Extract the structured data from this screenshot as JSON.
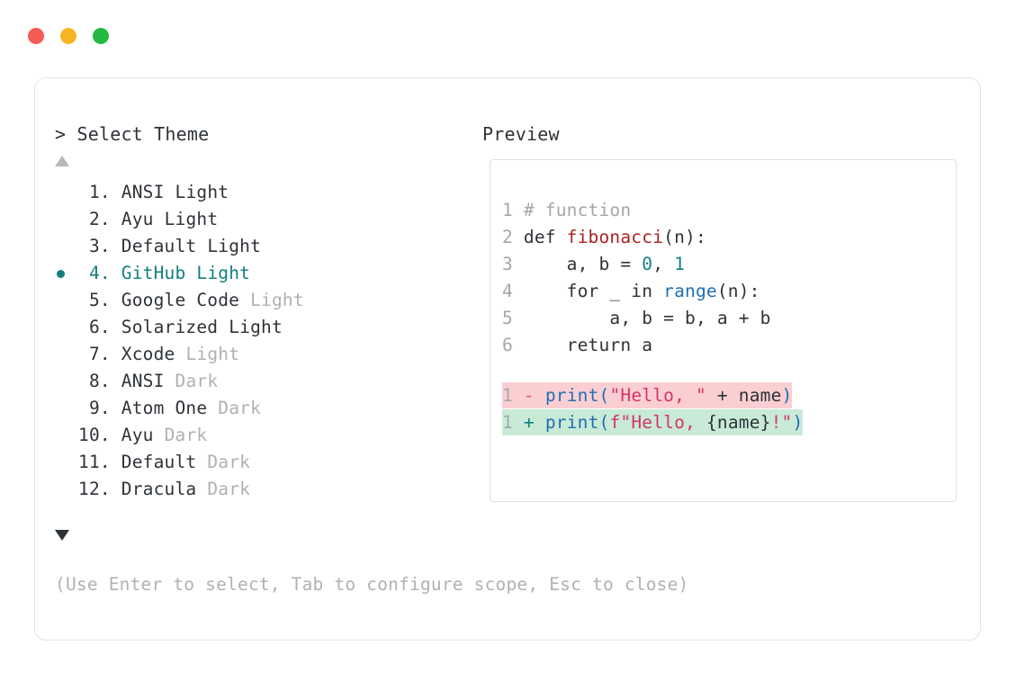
{
  "window": {
    "traffic_lights": [
      {
        "name": "close-button",
        "color": "#f45b56"
      },
      {
        "name": "minimize-button",
        "color": "#f5b523"
      },
      {
        "name": "maximize-button",
        "color": "#22bb3f"
      }
    ]
  },
  "panel": {
    "prompt_symbol": ">",
    "select_heading": "> Select Theme",
    "preview_heading": "Preview",
    "scroll_up_icon": "triangle-up-icon",
    "scroll_down_icon": "triangle-down-icon",
    "scroll_up_enabled": false,
    "scroll_down_enabled": true,
    "selected_index": 4,
    "accent_color": "#12807f"
  },
  "themes": [
    {
      "num": " 1.",
      "name": "ANSI",
      "suffix": "Light",
      "suffix_muted": false,
      "selected": false
    },
    {
      "num": " 2.",
      "name": "Ayu",
      "suffix": "Light",
      "suffix_muted": false,
      "selected": false
    },
    {
      "num": " 3.",
      "name": "Default",
      "suffix": "Light",
      "suffix_muted": false,
      "selected": false
    },
    {
      "num": " 4.",
      "name": "GitHub",
      "suffix": "Light",
      "suffix_muted": false,
      "selected": true
    },
    {
      "num": " 5.",
      "name": "Google Code",
      "suffix": "Light",
      "suffix_muted": true,
      "selected": false
    },
    {
      "num": " 6.",
      "name": "Solarized",
      "suffix": "Light",
      "suffix_muted": false,
      "selected": false
    },
    {
      "num": " 7.",
      "name": "Xcode",
      "suffix": "Light",
      "suffix_muted": true,
      "selected": false
    },
    {
      "num": " 8.",
      "name": "ANSI",
      "suffix": "Dark",
      "suffix_muted": true,
      "selected": false
    },
    {
      "num": " 9.",
      "name": "Atom One",
      "suffix": "Dark",
      "suffix_muted": true,
      "selected": false
    },
    {
      "num": "10.",
      "name": "Ayu",
      "suffix": "Dark",
      "suffix_muted": true,
      "selected": false
    },
    {
      "num": "11.",
      "name": "Default",
      "suffix": "Dark",
      "suffix_muted": true,
      "selected": false
    },
    {
      "num": "12.",
      "name": "Dracula",
      "suffix": "Dark",
      "suffix_muted": true,
      "selected": false
    }
  ],
  "preview": {
    "code_lines": [
      {
        "no": "1",
        "tokens": [
          {
            "t": "# function",
            "c": "comment"
          }
        ]
      },
      {
        "no": "2",
        "tokens": [
          {
            "t": "def ",
            "c": "plain"
          },
          {
            "t": "fibonacci",
            "c": "func"
          },
          {
            "t": "(n):",
            "c": "plain"
          }
        ]
      },
      {
        "no": "3",
        "tokens": [
          {
            "t": "    a, b = ",
            "c": "plain"
          },
          {
            "t": "0",
            "c": "num"
          },
          {
            "t": ", ",
            "c": "plain"
          },
          {
            "t": "1",
            "c": "num"
          }
        ]
      },
      {
        "no": "4",
        "tokens": [
          {
            "t": "    for _ in ",
            "c": "plain"
          },
          {
            "t": "range",
            "c": "builtin"
          },
          {
            "t": "(n):",
            "c": "plain"
          }
        ]
      },
      {
        "no": "5",
        "tokens": [
          {
            "t": "        a, b = b, a + b",
            "c": "plain"
          }
        ]
      },
      {
        "no": "6",
        "tokens": [
          {
            "t": "    return a",
            "c": "plain"
          }
        ]
      }
    ],
    "diff_lines": [
      {
        "no": "1",
        "kind": "del",
        "marker": "-",
        "tokens": [
          {
            "t": "print",
            "c": "builtin"
          },
          {
            "t": "(",
            "c": "builtin"
          },
          {
            "t": "\"Hello, \"",
            "c": "str"
          },
          {
            "t": " + name",
            "c": "plain"
          },
          {
            "t": ")",
            "c": "builtin"
          }
        ]
      },
      {
        "no": "1",
        "kind": "add",
        "marker": "+",
        "tokens": [
          {
            "t": "print",
            "c": "builtin"
          },
          {
            "t": "(",
            "c": "builtin"
          },
          {
            "t": "f\"Hello, ",
            "c": "str"
          },
          {
            "t": "{name}",
            "c": "plain"
          },
          {
            "t": "!\"",
            "c": "str"
          },
          {
            "t": ")",
            "c": "builtin"
          }
        ]
      }
    ],
    "diff_del_bg": "#fbcfd2",
    "diff_add_bg": "#c8ead6"
  },
  "footer": {
    "hint": "(Use Enter to select, Tab to configure scope, Esc to close)"
  }
}
